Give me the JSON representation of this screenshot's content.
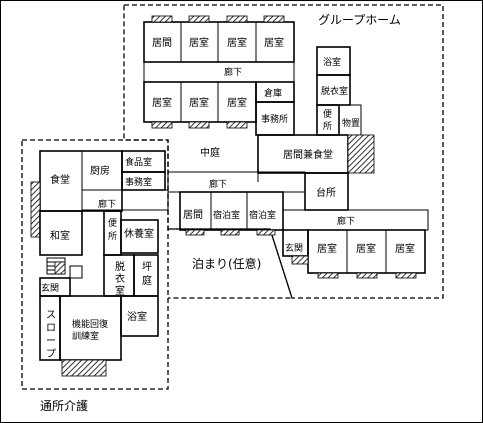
{
  "zones": {
    "group_home": "グループホーム",
    "tsusho": "通所介護",
    "tomari": "泊まり(任意)"
  },
  "rooms": {
    "kyoma_top": "居間",
    "kyoshitsu_t1": "居室",
    "kyoshitsu_t2": "居室",
    "kyoshitsu_t3": "居室",
    "kyoshitsu_m1": "居室",
    "kyoshitsu_m2": "居室",
    "kyoshitsu_m3": "居室",
    "roka_top": "廊下",
    "yokushitsu_gh": "浴室",
    "datsuishitsu_gh": "脱衣室",
    "soko": "倉庫",
    "jimushitsu_gh": "事務所",
    "benjo_gh_1": "便",
    "benjo_gh_2": "所",
    "monooki": "物置",
    "nakaniwa": "中庭",
    "kyoma_shokudo": "居間兼食堂",
    "daidokoro": "台所",
    "shokudo": "食堂",
    "chubo": "厨房",
    "shokuhinko": "食品室",
    "jimushitsu_ds": "事務室",
    "roka_ds": "廊下",
    "washitsu": "和室",
    "benjo_ds_1": "便",
    "benjo_ds_2": "所",
    "kyuyoshitsu": "休養室",
    "roka_tomari": "廊下",
    "kyoma_tomari": "居間",
    "shukuhaku_1": "宿泊室",
    "shukuhaku_2": "宿泊室",
    "datsui_ds_1": "脱",
    "datsui_ds_2": "衣",
    "datsui_ds_3": "室",
    "tsuboniwa_1": "坪",
    "tsuboniwa_2": "庭",
    "genkan_ds": "玄関",
    "surope_1": "ス",
    "surope_2": "ロ",
    "surope_3": "ー",
    "surope_4": "プ",
    "kinou_1": "機能回復",
    "kinou_2": "訓練室",
    "yokushitsu_ds": "浴室",
    "roka_right": "廊下",
    "genkan_gh": "玄関",
    "kyoshitsu_b1": "居室",
    "kyoshitsu_b2": "居室",
    "kyoshitsu_b3": "居室"
  }
}
